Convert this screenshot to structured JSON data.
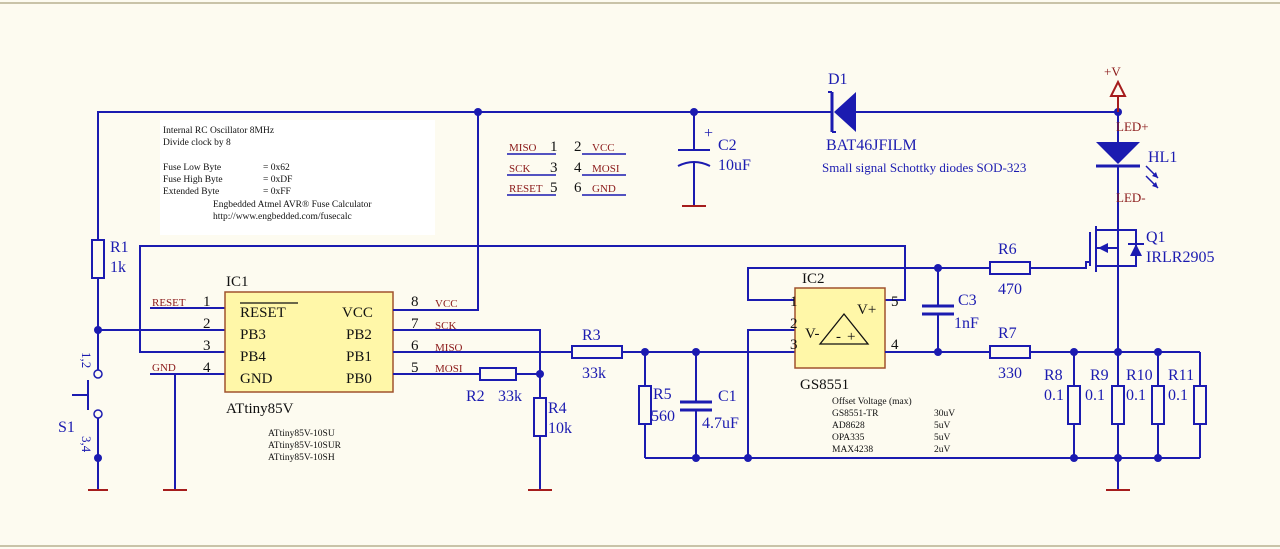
{
  "power": {
    "vplus": "+V"
  },
  "notes": {
    "osc_line1": "Internal RC Oscillator 8MHz",
    "osc_line2": "Divide clock by 8",
    "fuse_low_label": "Fuse Low Byte",
    "fuse_low_value": "= 0x62",
    "fuse_high_label": "Fuse High Byte",
    "fuse_high_value": "= 0xDF",
    "ext_label": "Extended Byte",
    "ext_value": "= 0xFF",
    "calc_line1": "Engbedded Atmel AVR® Fuse Calculator",
    "calc_line2": "http://www.engbedded.com/fusecalc"
  },
  "isp_header": {
    "rows": [
      {
        "left_net": "MISO",
        "left_pin": "1",
        "right_pin": "2",
        "right_net": "VCC"
      },
      {
        "left_net": "SCK",
        "left_pin": "3",
        "right_pin": "4",
        "right_net": "MOSI"
      },
      {
        "left_net": "RESET",
        "left_pin": "5",
        "right_pin": "6",
        "right_net": "GND"
      }
    ]
  },
  "components": {
    "c2": {
      "name": "C2",
      "value": "10uF",
      "polarity": "+"
    },
    "d1": {
      "name": "D1",
      "part": "BAT46JFILM",
      "desc": "Small signal Schottky diodes SOD-323"
    },
    "hl1": {
      "name": "HL1",
      "anode": "LED+",
      "cathode": "LED-"
    },
    "q1": {
      "name": "Q1",
      "part": "IRLR2905"
    },
    "r1": {
      "name": "R1",
      "value": "1k"
    },
    "r2": {
      "name": "R2",
      "value": "33k"
    },
    "r3": {
      "name": "R3",
      "value": "33k"
    },
    "r4": {
      "name": "R4",
      "value": "10k"
    },
    "r5": {
      "name": "R5",
      "value": "560"
    },
    "r6": {
      "name": "R6",
      "value": "470"
    },
    "r7": {
      "name": "R7",
      "value": "330"
    },
    "r8": {
      "name": "R8",
      "value": "0.1"
    },
    "r9": {
      "name": "R9",
      "value": "0.1"
    },
    "r10": {
      "name": "R10",
      "value": "0.1"
    },
    "r11": {
      "name": "R11",
      "value": "0.1"
    },
    "c1": {
      "name": "C1",
      "value": "4.7uF"
    },
    "c3": {
      "name": "C3",
      "value": "1nF"
    },
    "s1": {
      "name": "S1",
      "pins_top": "1,2",
      "pins_bottom": "3,4"
    }
  },
  "ic1": {
    "name": "IC1",
    "part": "ATtiny85V",
    "variants": [
      "ATtiny85V-10SU",
      "ATtiny85V-10SUR",
      "ATtiny85V-10SH"
    ],
    "left_pins": [
      {
        "num": "1",
        "name": "RESET",
        "net": "RESET"
      },
      {
        "num": "2",
        "name": "PB3",
        "net": ""
      },
      {
        "num": "3",
        "name": "PB4",
        "net": ""
      },
      {
        "num": "4",
        "name": "GND",
        "net": "GND"
      }
    ],
    "right_pins": [
      {
        "num": "8",
        "name": "VCC",
        "net": "VCC"
      },
      {
        "num": "7",
        "name": "PB2",
        "net": "SCK"
      },
      {
        "num": "6",
        "name": "PB1",
        "net": "MISO"
      },
      {
        "num": "5",
        "name": "PB0",
        "net": "MOSI"
      }
    ]
  },
  "ic2": {
    "name": "IC2",
    "part": "GS8551",
    "pins": {
      "p1": "1",
      "p2": "2",
      "p3": "3",
      "p4": "4",
      "p5": "5"
    },
    "vminus": "V-",
    "vplus": "V+",
    "sym_minus": "-",
    "sym_plus": "+",
    "offset_title": "Offset Voltage (max)",
    "offset_table": [
      {
        "part": "GS8551-TR",
        "value": "30uV"
      },
      {
        "part": "AD8628",
        "value": "5uV"
      },
      {
        "part": "OPA335",
        "value": "5uV"
      },
      {
        "part": "MAX4238",
        "value": "2uV"
      }
    ]
  }
}
